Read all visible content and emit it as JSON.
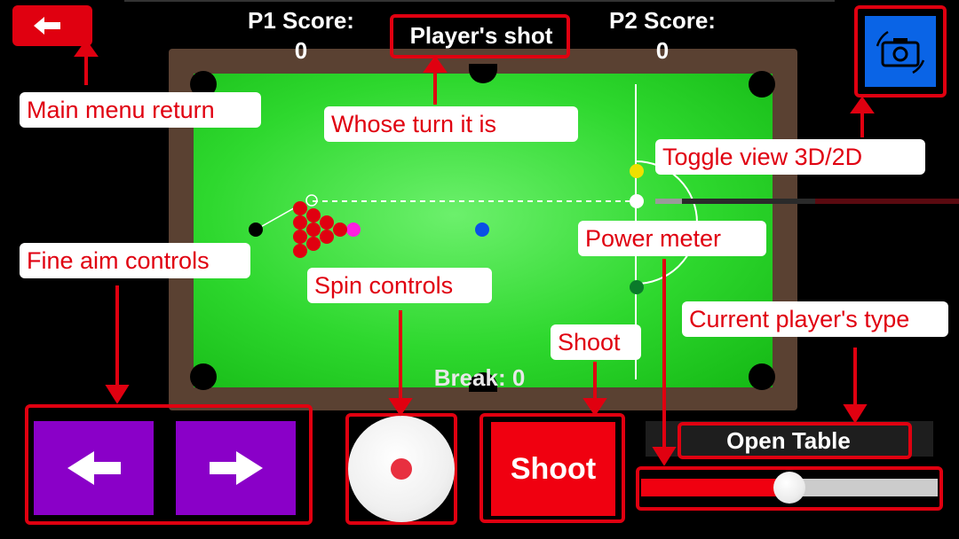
{
  "header": {
    "p1_label": "P1 Score:",
    "p1_score": "0",
    "p2_label": "P2 Score:",
    "p2_score": "0",
    "turn_text": "Player's shot"
  },
  "table": {
    "break_text": "Break: 0",
    "colors": {
      "felt": "#2ed82e",
      "frame": "#5a4132"
    }
  },
  "controls": {
    "back_icon": "left-arrow-icon",
    "camera_icon": "camera-rotate-icon",
    "aim_left_icon": "left-arrow-icon",
    "aim_right_icon": "right-arrow-icon",
    "shoot_label": "Shoot",
    "player_type": "Open Table",
    "power_level_fraction": 0.5
  },
  "callouts": {
    "main_menu": "Main menu return",
    "whose_turn": "Whose turn it is",
    "toggle_view": "Toggle view 3D/2D",
    "power_meter": "Power meter",
    "fine_aim": "Fine aim controls",
    "spin": "Spin controls",
    "shoot": "Shoot",
    "player_type": "Current player's type"
  },
  "colors": {
    "accent_red": "#e00010",
    "camera_blue": "#0a64e6",
    "aim_purple": "#8a00c8"
  }
}
